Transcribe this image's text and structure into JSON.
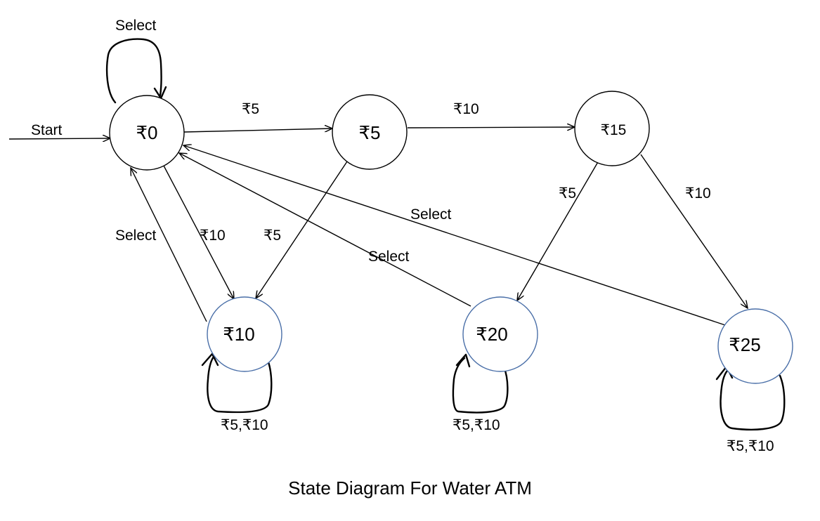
{
  "caption": "State Diagram For Water ATM",
  "colors": {
    "black_node_stroke": "#000000",
    "blue_node_stroke": "#4a6fa8"
  },
  "states": [
    {
      "id": "s0",
      "label": "₹0"
    },
    {
      "id": "s5",
      "label": "₹5"
    },
    {
      "id": "s15",
      "label": "₹15"
    },
    {
      "id": "s10",
      "label": "₹10"
    },
    {
      "id": "s20",
      "label": "₹20"
    },
    {
      "id": "s25",
      "label": "₹25"
    }
  ],
  "edge_labels": {
    "start": "Start",
    "s0_self": "Select",
    "s0_s5": "₹5",
    "s5_s15": "₹10",
    "s15_s20": "₹5",
    "s15_s25": "₹10",
    "s0_s10": "₹10",
    "s5_s10": "₹5",
    "s10_s0": "Select",
    "s20_s0": "Select",
    "s25_s0": "Select",
    "s10_self": "₹5,₹10",
    "s20_self": "₹5,₹10",
    "s25_self": "₹5,₹10"
  }
}
